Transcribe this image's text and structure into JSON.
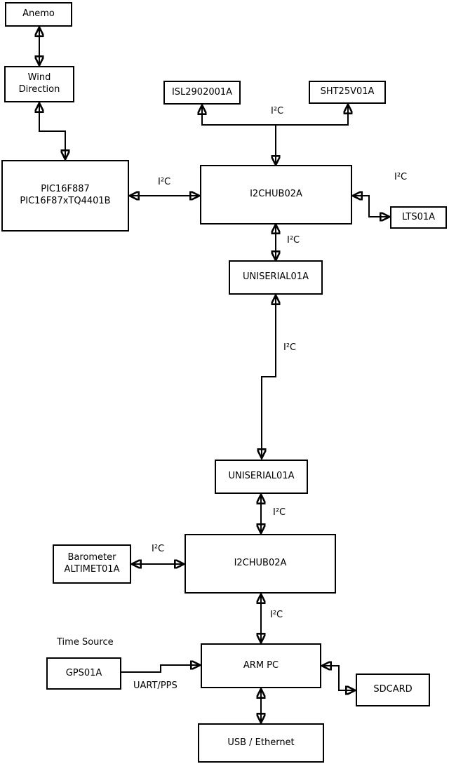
{
  "nodes": {
    "anemo": {
      "label": "Anemo"
    },
    "wind_direction": {
      "line1": "Wind",
      "line2": "Direction"
    },
    "pic": {
      "line1": "PIC16F887",
      "line2": "PIC16F87xTQ4401B"
    },
    "isl": {
      "label": "ISL2902001A"
    },
    "sht": {
      "label": "SHT25V01A"
    },
    "i2c_hub_upper": {
      "label": "I2CHUB02A"
    },
    "lts": {
      "label": "LTS01A"
    },
    "uniserial_upper": {
      "label": "UNISERIAL01A"
    },
    "uniserial_lower": {
      "label": "UNISERIAL01A"
    },
    "barometer": {
      "line1": "Barometer",
      "line2": "ALTIMET01A"
    },
    "i2c_hub_lower": {
      "label": "I2CHUB02A"
    },
    "gps": {
      "label": "GPS01A"
    },
    "arm_pc": {
      "label": "ARM PC"
    },
    "sdcard": {
      "label": "SDCARD"
    },
    "usb_ethernet": {
      "label": "USB / Ethernet"
    }
  },
  "edge_labels": {
    "isl_sht_bus": "I²C",
    "pic_to_hub": "I²C",
    "hub_to_lts": "I²C",
    "hub_to_uniserial_upper": "I²C",
    "uniserial_link": "I²C",
    "uniserial_lower_to_hub": "I²C",
    "barometer_to_hub": "I²C",
    "hub_to_arm_pc": "I²C",
    "gps_to_arm_pc": "UART/PPS"
  },
  "annotations": {
    "time_source": "Time Source"
  },
  "colors": {
    "background": "#ffffff",
    "line": "#000000",
    "text": "#000000",
    "box_fill": "#ffffff",
    "box_border": "#000000"
  }
}
